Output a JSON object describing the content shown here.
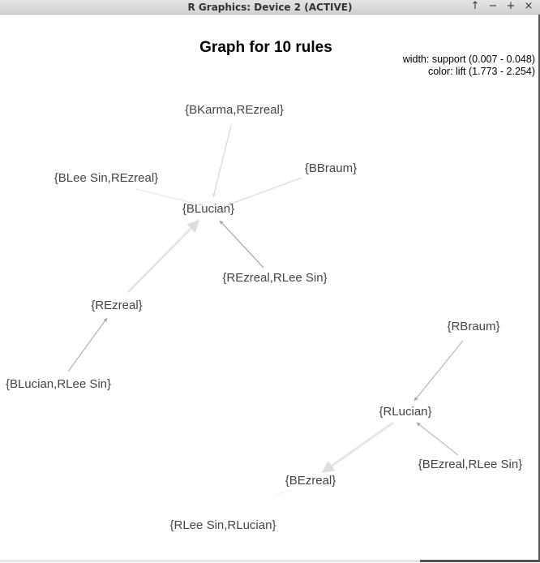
{
  "window": {
    "title": "R Graphics: Device 2 (ACTIVE)",
    "controls": [
      "↑",
      "−",
      "+",
      "×"
    ]
  },
  "plot": {
    "title": "Graph for 10 rules",
    "legend_width": "width: support (0.007 - 0.048)",
    "legend_color": "color: lift (1.773 - 2.254)"
  },
  "graph": {
    "nodes": {
      "bkarma_rezreal": "{BKarma,REzreal}",
      "bbraum": "{BBraum}",
      "blee_rezreal": "{BLee Sin,REzreal}",
      "blucian": "{BLucian}",
      "rezreal_rlee": "{REzreal,RLee Sin}",
      "rezreal": "{REzreal}",
      "blucian_rlee": "{BLucian,RLee Sin}",
      "rbraum": "{RBraum}",
      "rlucian": "{RLucian}",
      "bezreal_rlee": "{BEzreal,RLee Sin}",
      "bezreal": "{BEzreal}",
      "rlee_rlucian": "{RLee Sin,RLucian}"
    }
  }
}
